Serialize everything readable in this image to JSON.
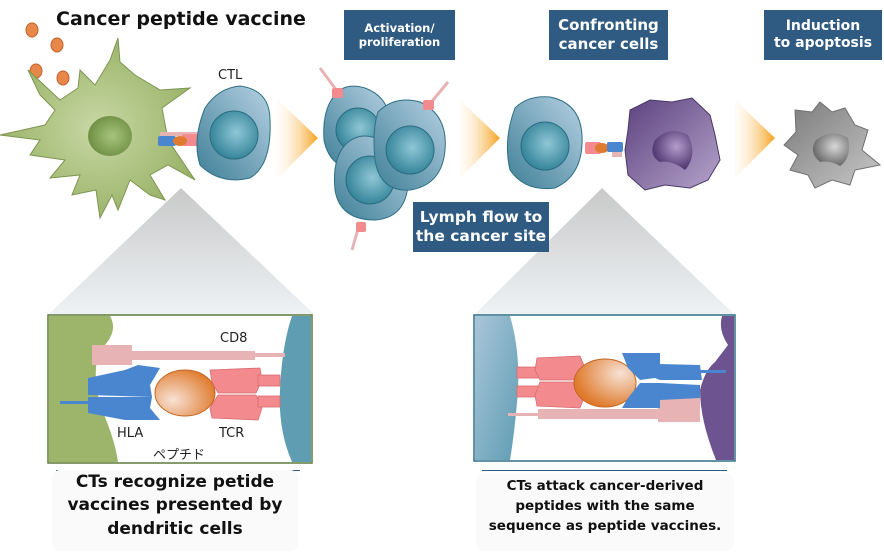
{
  "title": "Cancer peptide vaccine",
  "cells": {
    "ctl_label": "CTL"
  },
  "stages": {
    "activation": "Activation/\nproliferation",
    "confronting": "Confronting\ncancer cells",
    "apoptosis": "Induction\nto apoptosis",
    "lymph_flow": "Lymph flow to\nthe cancer site"
  },
  "inset_left": {
    "labels": {
      "cd8": "CD8",
      "hla": "HLA",
      "tcr": "TCR",
      "peptide": "ペプチド"
    },
    "caption": "CTs recognize petide\nvaccines presented by\ndendritic cells"
  },
  "inset_right": {
    "caption": "CTs attack cancer-derived\npeptides with the same\nsequence as peptide vaccines."
  },
  "colors": {
    "stage_box": "#2f5a82",
    "dendritic_cell": "#9db56a",
    "ctl_cell": "#4f91a8",
    "cancer_cell": "#6d5390",
    "apoptotic_cell": "#8c8c8c",
    "arrow": "#f5a11e",
    "peptide": "#e07a30",
    "hla": "#4a86cf",
    "tcr": "#f28a8e",
    "cd8": "#e7b3b5"
  }
}
